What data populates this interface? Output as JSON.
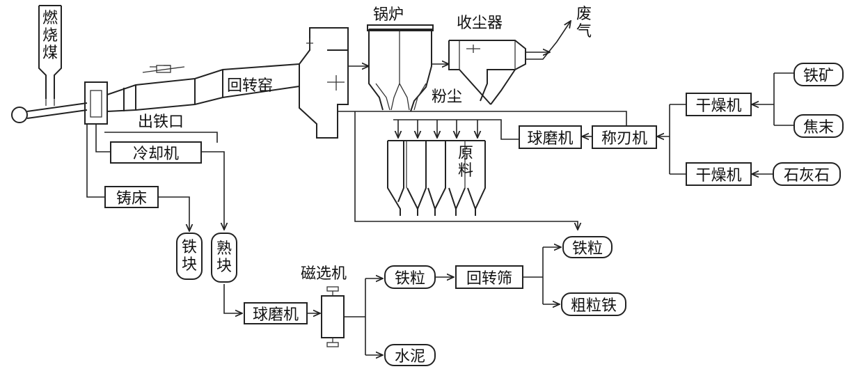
{
  "labels": {
    "coal_fuel": "燃烧煤",
    "rotary_kiln": "回转窑",
    "boiler": "锅炉",
    "dust_collector": "收尘器",
    "exhaust_gas": "废气",
    "dust": "粉尘",
    "iron_outlet": "出铁口",
    "raw_material": "原料",
    "magnetic_separator": "磁选机"
  },
  "boxes": {
    "cooler": "冷却机",
    "casting_bed": "铸床",
    "iron_block": "铁块",
    "clinker": "熟块",
    "ball_mill_bottom": "球磨机",
    "iron_granule": "铁粒",
    "rotary_screen": "回转筛",
    "iron_granule_out": "铁粒",
    "coarse_iron": "粗粒铁",
    "cement": "水泥",
    "ball_mill_top": "球磨机",
    "weigher": "称刃机",
    "dryer_1": "干燥机",
    "dryer_2": "干燥机",
    "iron_ore": "铁矿",
    "coke_powder": "焦末",
    "limestone": "石灰石"
  }
}
